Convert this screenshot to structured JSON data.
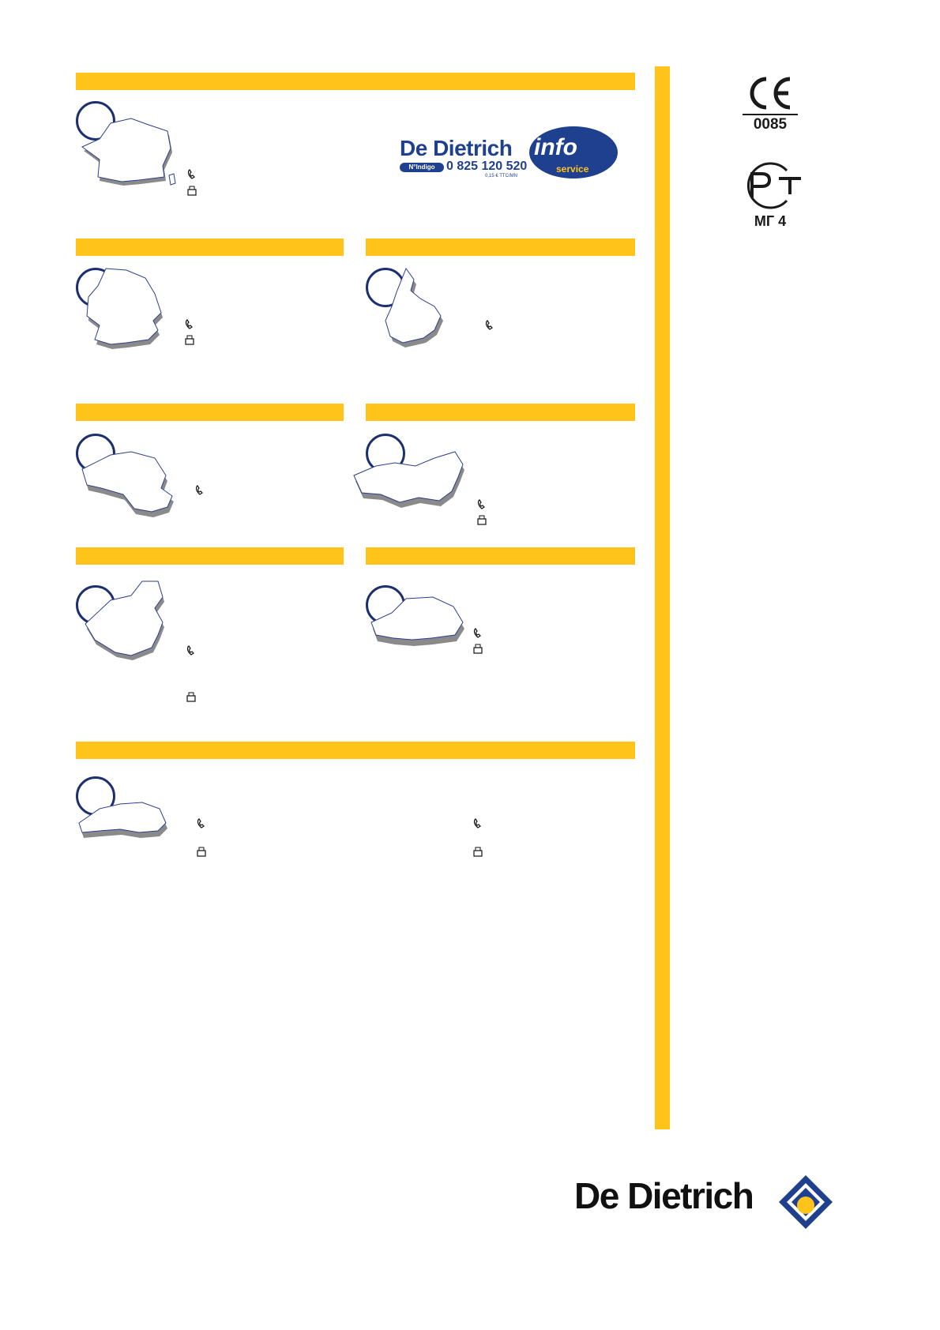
{
  "colors": {
    "accent_yellow": "#ffc31a",
    "navy": "#1c2f6e",
    "brand_blue": "#1f3f8f"
  },
  "banner": {
    "brand": "De Dietrich",
    "info": "info",
    "service": "service",
    "indigo": "N°Indigo",
    "phone": "0 825 120 520",
    "price": "0,15 € TTC/MN"
  },
  "certifications": {
    "ce_mark": "CE",
    "ce_number": "0085",
    "rst_mark": "PCT",
    "rst_number": "МГ 4"
  },
  "sections": [
    {
      "id": "france",
      "icons": [
        "phone-icon",
        "fax-icon"
      ]
    },
    {
      "id": "germany",
      "icons": [
        "phone-icon",
        "fax-icon"
      ]
    },
    {
      "id": "luxembourg",
      "icons": [
        "phone-icon"
      ]
    },
    {
      "id": "belgium",
      "icons": [
        "phone-icon"
      ]
    },
    {
      "id": "russia",
      "icons": [
        "phone-icon",
        "fax-icon"
      ]
    },
    {
      "id": "china",
      "icons": [
        "phone-icon",
        "fax-icon"
      ]
    },
    {
      "id": "austria",
      "icons": [
        "phone-icon",
        "fax-icon"
      ]
    },
    {
      "id": "switzerland",
      "icons": [
        "phone-icon",
        "fax-icon",
        "phone-icon",
        "fax-icon"
      ]
    }
  ],
  "footer": {
    "logo_text": "De Dietrich"
  }
}
